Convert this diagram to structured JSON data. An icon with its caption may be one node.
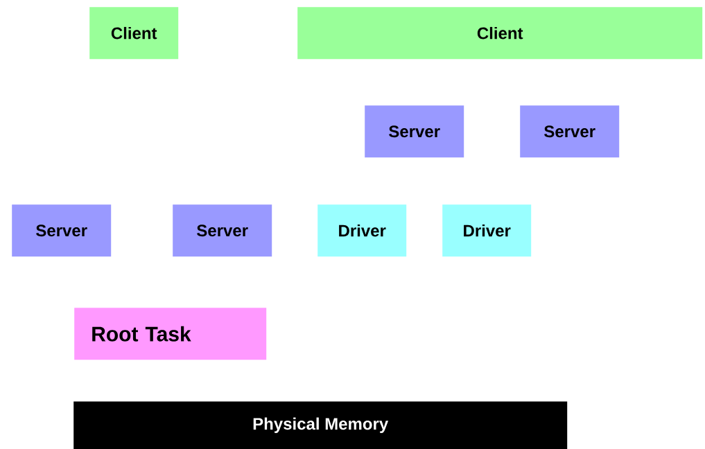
{
  "diagram": {
    "nodes": [
      {
        "text": [
          "Client"
        ]
      },
      {
        "text": [
          "Client"
        ]
      },
      {
        "text": [
          "Server"
        ]
      },
      {
        "text": [
          "Server"
        ]
      },
      {
        "text": [
          "Server"
        ]
      },
      {
        "text": [
          "Server"
        ]
      },
      {
        "text": [
          "Driver"
        ]
      },
      {
        "text": [
          "Driver"
        ]
      },
      {
        "text": [
          "Root Task"
        ]
      },
      {
        "text": [
          "Physical Memory"
        ]
      }
    ]
  }
}
